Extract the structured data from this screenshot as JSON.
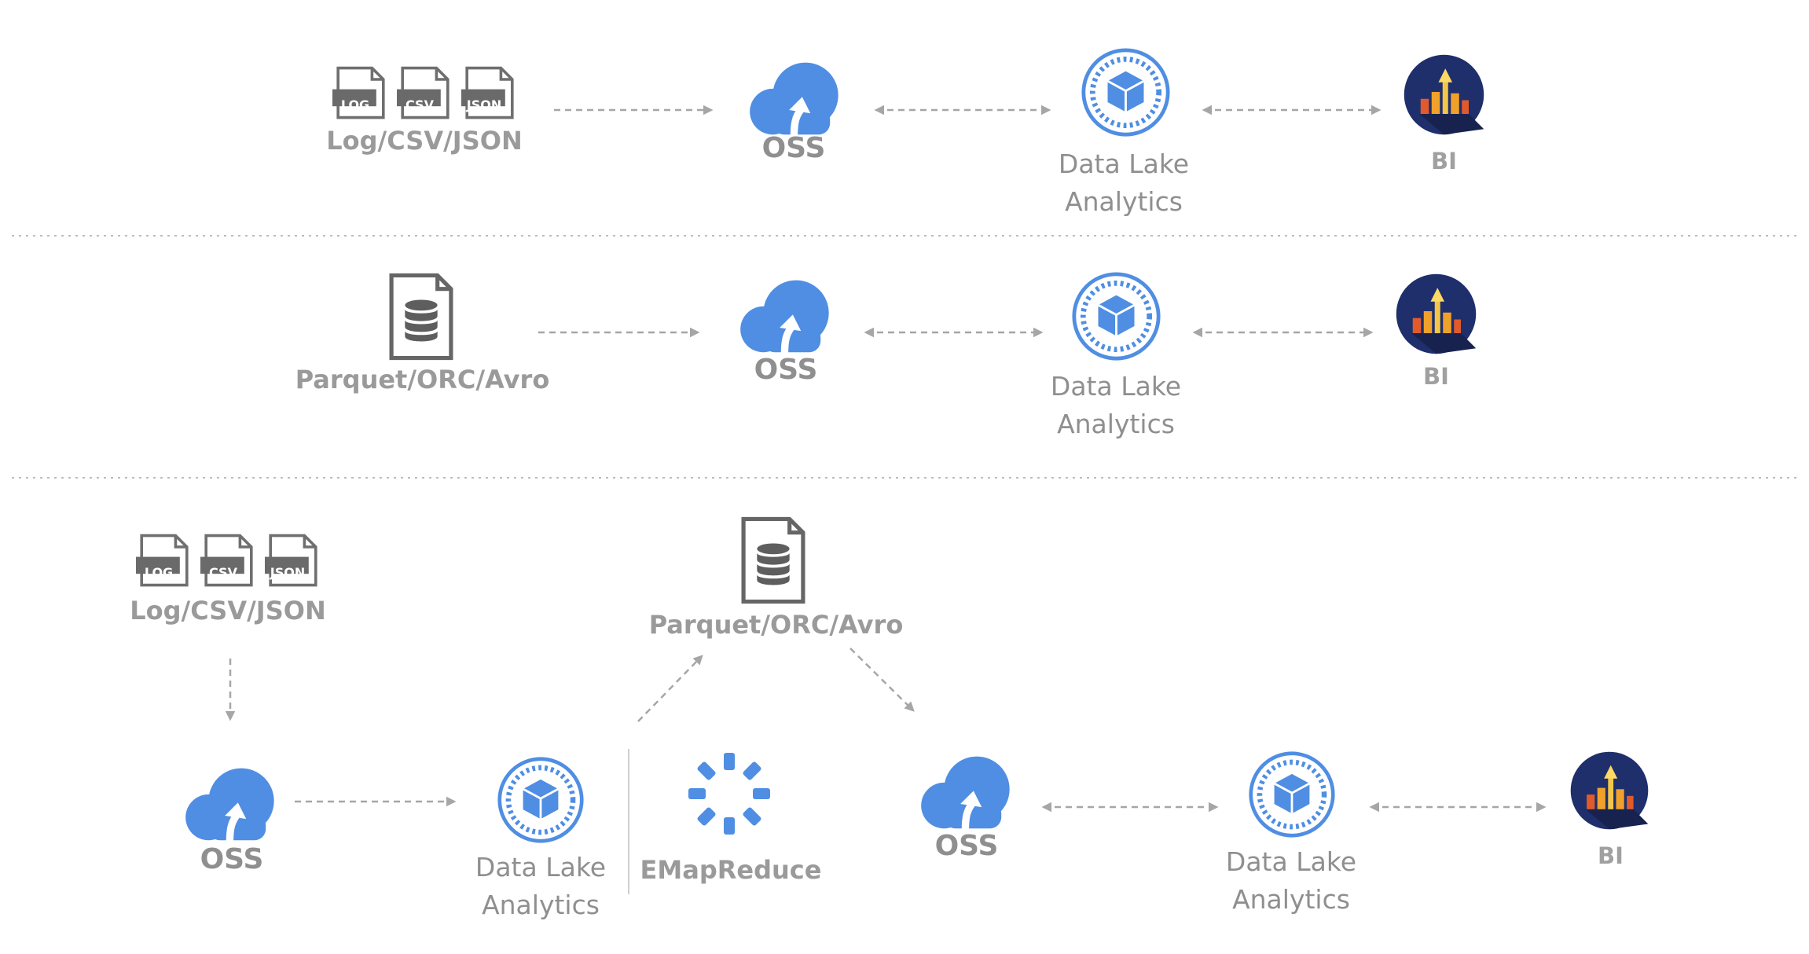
{
  "colors": {
    "cloud": "#4f8ee3",
    "ring": "#4f8ee3",
    "bi_bg": "#1f2f6b",
    "doc": "#6f6f6f",
    "arrow": "#a6a6a6",
    "divider": "#bdbdbd",
    "emr": "#4f8ee3"
  },
  "rows": [
    {
      "source": {
        "badges": [
          "LOG",
          "CSV",
          "JSON"
        ],
        "label": "Log/CSV/JSON"
      },
      "oss": "OSS",
      "dla": {
        "line1": "Data Lake",
        "line2": "Analytics"
      },
      "bi": "BI"
    },
    {
      "source": {
        "label": "Parquet/ORC/Avro"
      },
      "oss": "OSS",
      "dla": {
        "line1": "Data Lake",
        "line2": "Analytics"
      },
      "bi": "BI"
    },
    {
      "source": {
        "badges": [
          "LOG",
          "CSV",
          "JSON"
        ],
        "label": "Log/CSV/JSON"
      },
      "oss_in": "OSS",
      "dla_etl": {
        "line1": "Data Lake",
        "line2": "Analytics"
      },
      "emr": "EMapReduce",
      "intermediate": "Parquet/ORC/Avro",
      "oss_out": "OSS",
      "dla": {
        "line1": "Data Lake",
        "line2": "Analytics"
      },
      "bi": "BI"
    }
  ]
}
